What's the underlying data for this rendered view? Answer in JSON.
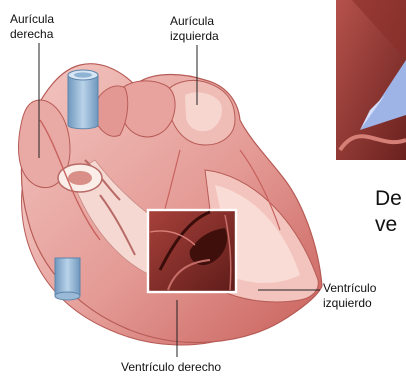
{
  "labels": {
    "right_atrium": [
      "Aurícula",
      "derecha"
    ],
    "left_atrium": [
      "Aurícula",
      "izquierda"
    ],
    "left_ventricle": [
      "Ventrículo",
      "izquierdo"
    ],
    "right_ventricle": "Ventrículo derecho"
  },
  "cropped_caption": [
    "De",
    "ve"
  ],
  "colors": {
    "muscle": "#e9a9a5",
    "muscle_dark": "#c8625e",
    "chamber": "#f6d8d2",
    "vessel_blue": "#8fb3d3",
    "inset_dark": "#7e2a26",
    "inset_frame": "#ffffff",
    "leader": "#222222"
  }
}
